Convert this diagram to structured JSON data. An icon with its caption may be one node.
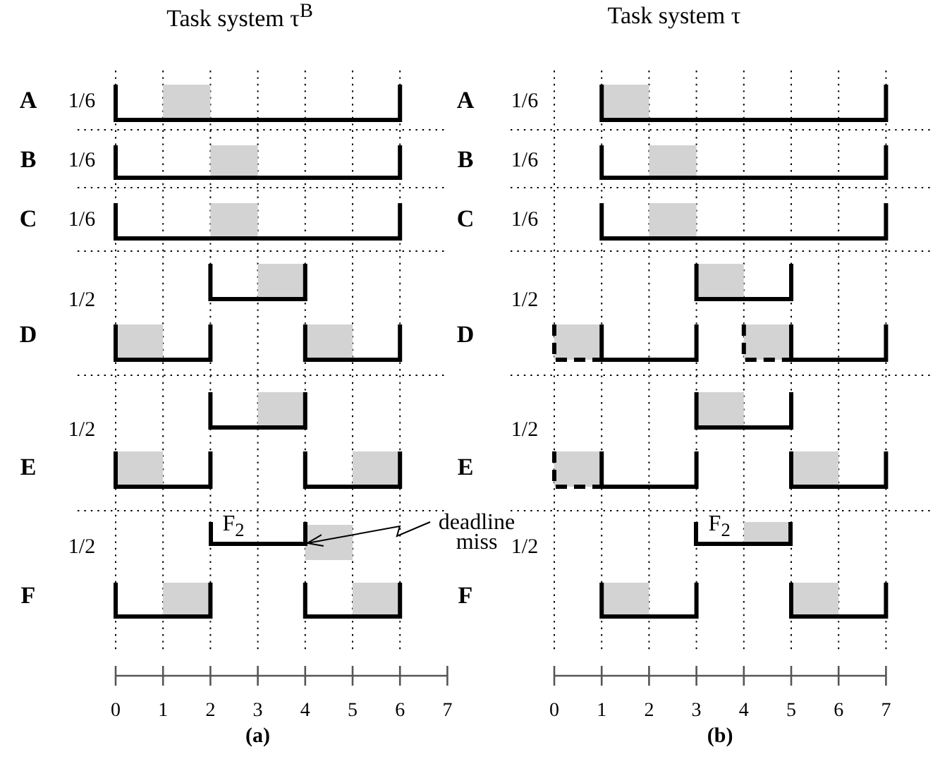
{
  "diagram": {
    "nodes": [
      {
        "text": [
          "deadline miss"
        ]
      },
      {
        "text": [
          "F$_{2}$"
        ]
      },
      {
        "text": [
          "F$_{2}$"
        ]
      }
    ],
    "edges": [
      {
        "from": 0,
        "to": 1,
        "arrow": "to"
      }
    ],
    "labels": [
      "Task system τ$^{B}$",
      "Task system τ",
      "A",
      "1/6",
      "A",
      "1/6",
      "B",
      "1/6",
      "B",
      "1/6",
      "C",
      "1/6",
      "C",
      "1/6",
      "1/2",
      "1/2",
      "D",
      "D",
      "1/2",
      "1/2",
      "E",
      "E",
      "1/2",
      "1/2",
      "F",
      "F",
      "0",
      "1",
      "2",
      "3",
      "4",
      "5",
      "6",
      "7",
      "0",
      "1",
      "2",
      "3",
      "4",
      "5",
      "6",
      "7",
      "(a)",
      "(b)"
    ]
  }
}
